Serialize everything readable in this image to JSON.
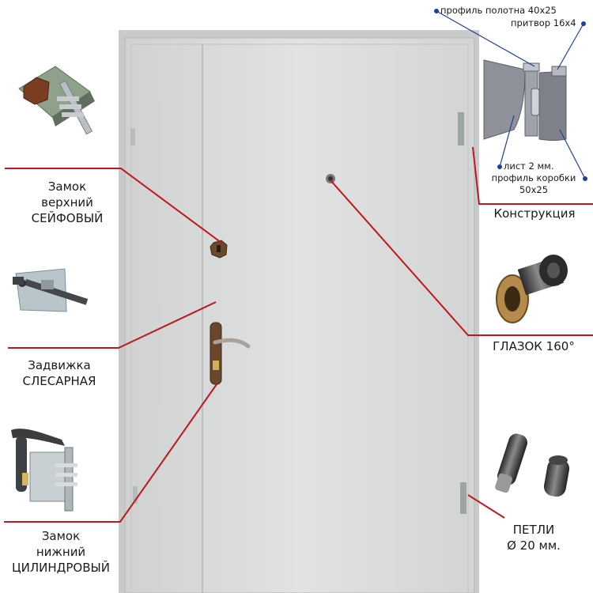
{
  "labels": {
    "top_lock": [
      "Замок",
      "верхний",
      "СЕЙФОВЫЙ"
    ],
    "bolt": [
      "Задвижка",
      "СЛЕСАРНАЯ"
    ],
    "bottom_lock": [
      "Замок",
      "нижний",
      "ЦИЛИНДРОВЫЙ"
    ],
    "peephole": "ГЛАЗОК 160°",
    "hinges": [
      "ПЕТЛИ",
      "Ø 20 мм."
    ],
    "construction": "Конструкция"
  },
  "construction_notes": {
    "leaf_profile": "профиль полотна 40х25",
    "rebate": "притвор 16х4",
    "sheet": "лист 2 мм.",
    "frame_profile": [
      "профиль коробки",
      "50х25"
    ]
  },
  "colors": {
    "leader_line": "#c0161e",
    "door_panel": "#dddfde",
    "note_dot": "#1f3f9a"
  }
}
